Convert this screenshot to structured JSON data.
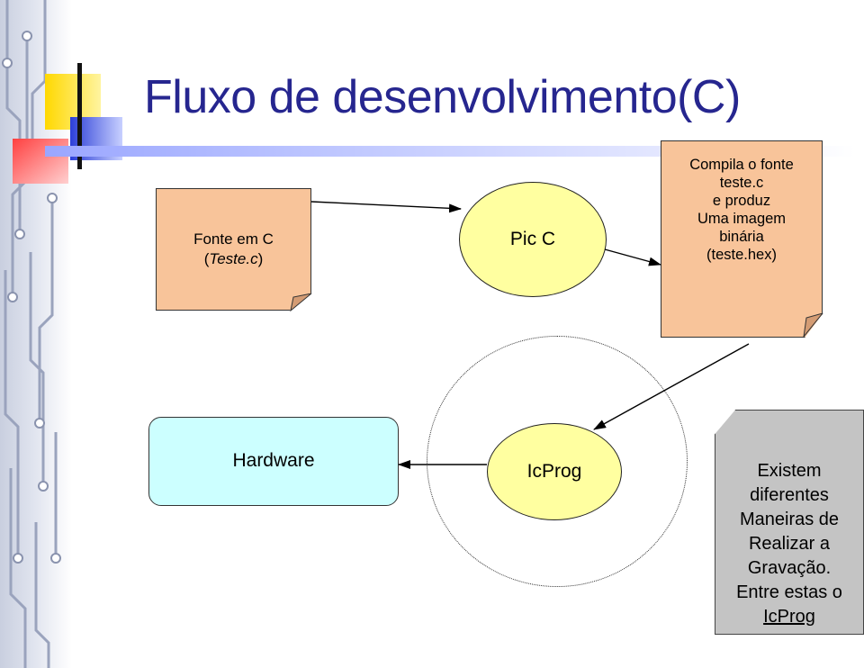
{
  "title": "Fluxo de desenvolvimento(C)",
  "colors": {
    "title": "#26268f",
    "note_orange": "#f8c49a",
    "ellipse_yellow": "#ffffa0",
    "hardware_cyan": "#ccffff",
    "note_gray": "#c4c4c4",
    "deco_yellow": "#ffd800",
    "deco_blue": "#2c3fd8",
    "deco_red": "#ff4040"
  },
  "source_note": {
    "line1": "Fonte em C",
    "line2_open": "(",
    "line2_italic": "Teste.c",
    "line2_close": ")"
  },
  "compiler_node": {
    "label": "Pic C"
  },
  "compile_note": {
    "lines": [
      "Compila o fonte",
      "teste.c",
      "e produz",
      "Uma imagem",
      "binária",
      "(teste.hex)"
    ]
  },
  "programmer_node": {
    "label": "IcProg"
  },
  "hardware_node": {
    "label": "Hardware"
  },
  "info_note": {
    "lines": [
      "Existem",
      "diferentes",
      "Maneiras de",
      "Realizar a",
      "Gravação.",
      "Entre estas o"
    ],
    "underlined": "IcProg"
  }
}
